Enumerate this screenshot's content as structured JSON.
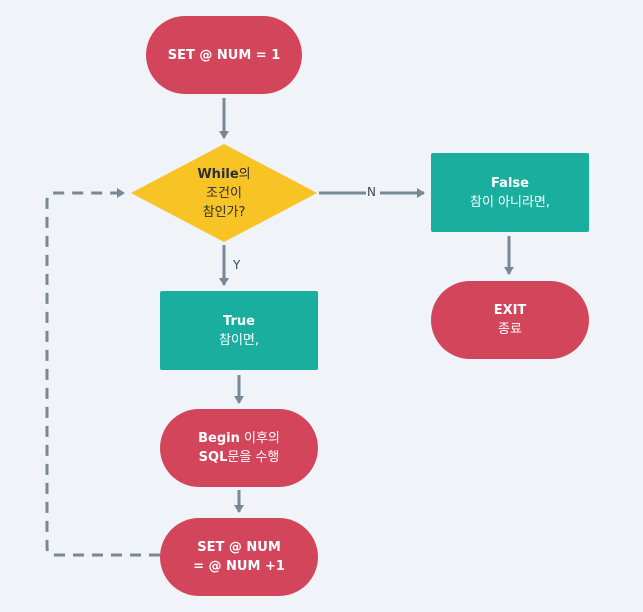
{
  "nodes": {
    "start": {
      "text": "SET @ NUM = 1"
    },
    "condition": {
      "line1_bold": "While",
      "line1_rest": "의",
      "line2": "조건이",
      "line3": "참인가?"
    },
    "false_box": {
      "title": "False",
      "text": "참이 아니라면,"
    },
    "exit": {
      "title": "EXIT",
      "text": "종료"
    },
    "true_box": {
      "title": "True",
      "text": "참이면,"
    },
    "begin": {
      "line1_bold": "Begin",
      "line1_rest": " 이후의",
      "line2_bold": "SQL",
      "line2_rest": "문을 수행"
    },
    "increment": {
      "line1": "SET @ NUM",
      "line2": "= @ NUM +1"
    }
  },
  "edges": {
    "no_label": "N",
    "yes_label": "Y"
  },
  "colors": {
    "background": "#f0f3f7",
    "terminal": "#d3455b",
    "process": "#1aae9f",
    "decision": "#f7c325",
    "connector": "#788896"
  }
}
